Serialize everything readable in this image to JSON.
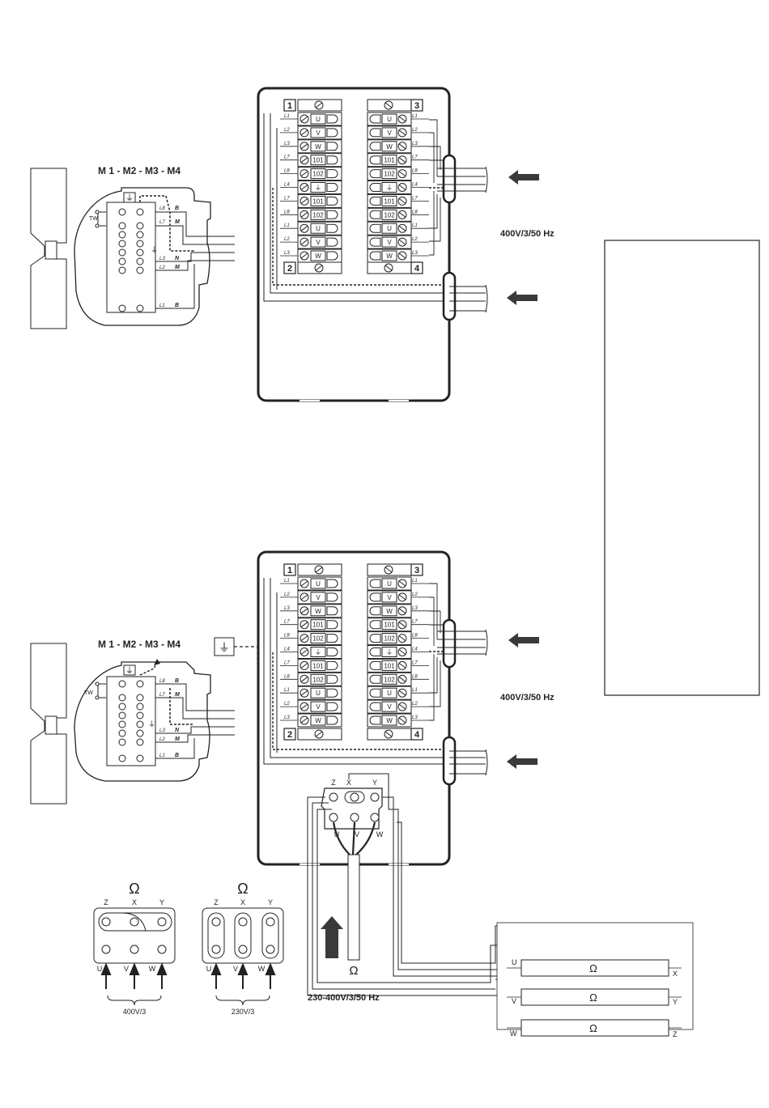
{
  "diagram1": {
    "motor_label": "M 1 - M2 - M3 - M4",
    "supply_label": "400V/3/50 Hz",
    "block1_num": "1",
    "block2_num": "2",
    "block3_num": "3",
    "block4_num": "4"
  },
  "diagram2": {
    "motor_label": "M 1 - M2 - M3 - M4",
    "supply_label": "400V/3/50 Hz",
    "block1_num": "1",
    "block2_num": "2",
    "block3_num": "3",
    "block4_num": "4",
    "mains_label": "230-400V/3/50 Hz"
  },
  "left_terminals": [
    {
      "wire": "L1",
      "term": "U"
    },
    {
      "wire": "L2",
      "term": "V"
    },
    {
      "wire": "L3",
      "term": "W"
    },
    {
      "wire": "L7",
      "term": "101"
    },
    {
      "wire": "L8",
      "term": "102"
    },
    {
      "wire": "L4",
      "term": "⏚"
    },
    {
      "wire": "L7",
      "term": "101"
    },
    {
      "wire": "L8",
      "term": "102"
    },
    {
      "wire": "L1",
      "term": "U"
    },
    {
      "wire": "L2",
      "term": "V"
    },
    {
      "wire": "L3",
      "term": "W"
    }
  ],
  "right_terminals": [
    {
      "wire": "L1",
      "term": "U"
    },
    {
      "wire": "L2",
      "term": "V"
    },
    {
      "wire": "L3",
      "term": "W"
    },
    {
      "wire": "L7",
      "term": "101"
    },
    {
      "wire": "L8",
      "term": "102"
    },
    {
      "wire": "L4",
      "term": "⏚"
    },
    {
      "wire": "L7",
      "term": "101"
    },
    {
      "wire": "L8",
      "term": "102"
    },
    {
      "wire": "L1",
      "term": "U"
    },
    {
      "wire": "L2",
      "term": "V"
    },
    {
      "wire": "L3",
      "term": "W"
    }
  ],
  "motor_box": {
    "tw": "TW",
    "wires": [
      "L8",
      "L7",
      "L3",
      "L2",
      "L1"
    ],
    "marks": [
      "B",
      "M",
      "N",
      "M",
      "B"
    ]
  },
  "star_delta": {
    "omega": "Ω",
    "top_labels": [
      "Z",
      "X",
      "Y"
    ],
    "bottom_labels": [
      "U",
      "V",
      "W"
    ],
    "config_400": "400V/3",
    "config_230": "230V/3"
  },
  "windings": {
    "omega": "Ω",
    "left": [
      "U",
      "V",
      "W"
    ],
    "right": [
      "X",
      "Y",
      "Z"
    ]
  },
  "colors": {
    "ink": "#222222",
    "arrow": "#3a3a3a",
    "panel": "#ffffff"
  }
}
